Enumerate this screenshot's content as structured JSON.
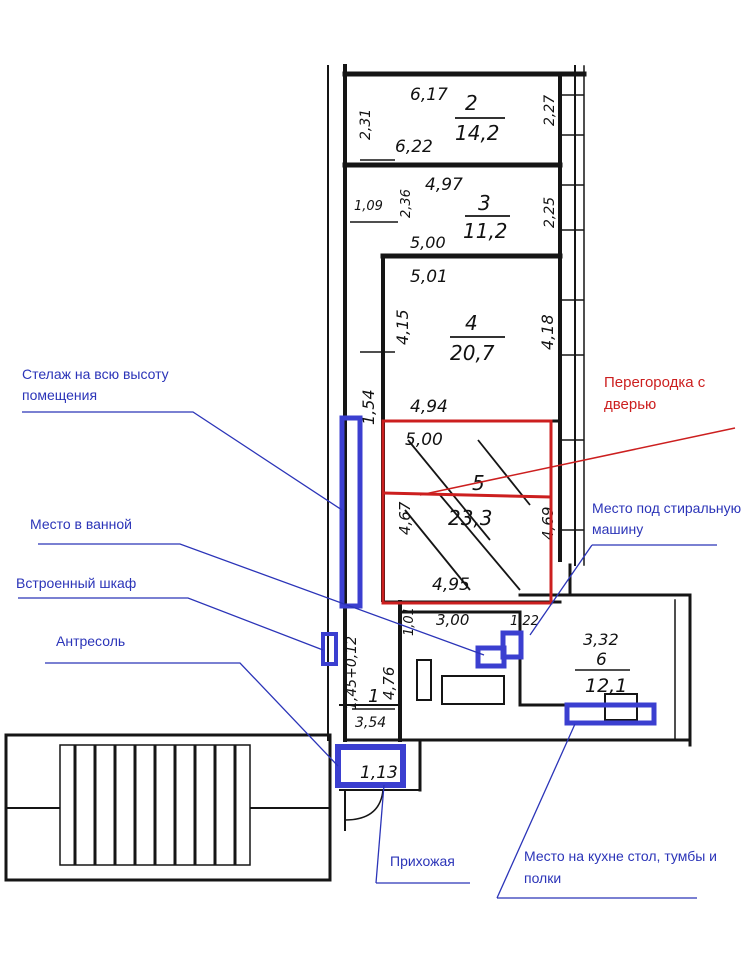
{
  "colors": {
    "plan_ink": "#151515",
    "annotation_blue": "#2b34b8",
    "marker_blue": "#3b3fd0",
    "annotation_red": "#cc1f1f"
  },
  "plan": {
    "rooms": {
      "r2": {
        "number": "2",
        "area": "14,2",
        "top": "6,17",
        "bottom": "6,22",
        "left": "2,31",
        "right": "2,27"
      },
      "r3": {
        "number": "3",
        "area": "11,2",
        "top": "4,97",
        "bottom": "5,00",
        "left": "2,36",
        "right": "2,25",
        "extra": "1,09"
      },
      "r4": {
        "number": "4",
        "area": "20,7",
        "top": "5,01",
        "bottom": "4,94",
        "left": "4,15",
        "right": "4,18"
      },
      "r5": {
        "number": "5",
        "area": "23,3",
        "top": "5,00",
        "bottom": "4,95",
        "left": "4,67",
        "right": "4,69"
      },
      "r6": {
        "number": "6",
        "area": "12,1",
        "top": "3,32"
      },
      "r1": {
        "number": "1",
        "area": "1,13",
        "width": "3,54",
        "length": "4,76",
        "corridor": "1,45+0,12"
      },
      "misc": {
        "corridor_len": "1,54",
        "bath_len": "1,01",
        "bath_width": "3,00",
        "wash_width": "1,22"
      }
    }
  },
  "annotations": {
    "shelving": "Стелаж на всю высоту помещения",
    "partition": "Перегородка с дверью",
    "bath_spot": "Место в ванной",
    "washer_spot": "Место под стиральную машину",
    "closet": "Встроенный шкаф",
    "mezzanine": "Антресоль",
    "hallway": "Прихожая",
    "kitchen_spot": "Место на кухне стол, тумбы и полки"
  }
}
